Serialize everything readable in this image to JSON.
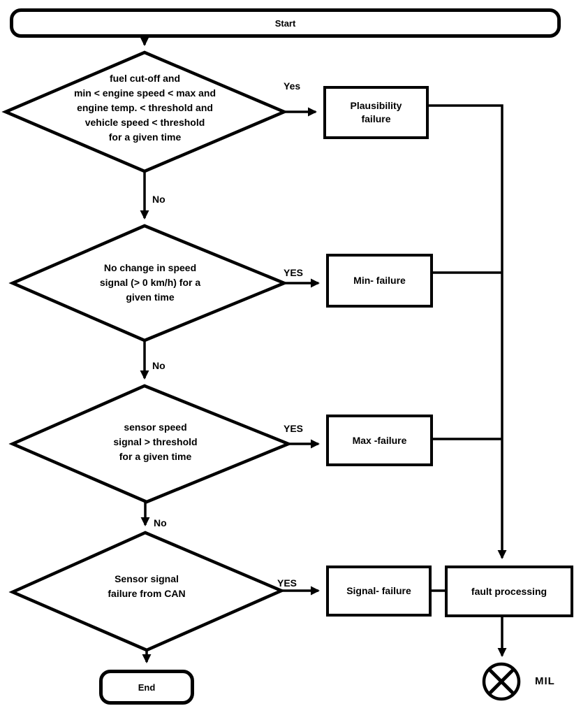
{
  "flowchart": {
    "title_node": "Start",
    "end_node": "End",
    "decisions": [
      {
        "text": "fuel cut-off and\nmin < engine speed < max and\nengine temp. < threshold and\nvehicle speed < threshold\nfor a given time",
        "yes_label": "Yes",
        "no_label": "No"
      },
      {
        "text": "No change in speed\nsignal (> 0 km/h) for a\ngiven time",
        "yes_label": "YES",
        "no_label": "No"
      },
      {
        "text": "sensor speed\nsignal > threshold\nfor a given time",
        "yes_label": "YES",
        "no_label": "No"
      },
      {
        "text": "Sensor signal\nfailure from CAN",
        "yes_label": "YES"
      }
    ],
    "processes": [
      {
        "label": "Plausibility\nfailure"
      },
      {
        "label": "Min- failure"
      },
      {
        "label": "Max -failure"
      },
      {
        "label": "Signal- failure"
      },
      {
        "label": "fault processing"
      }
    ],
    "mil_label": "MIL",
    "colors": {
      "line": "#000000",
      "background": "#ffffff"
    }
  }
}
